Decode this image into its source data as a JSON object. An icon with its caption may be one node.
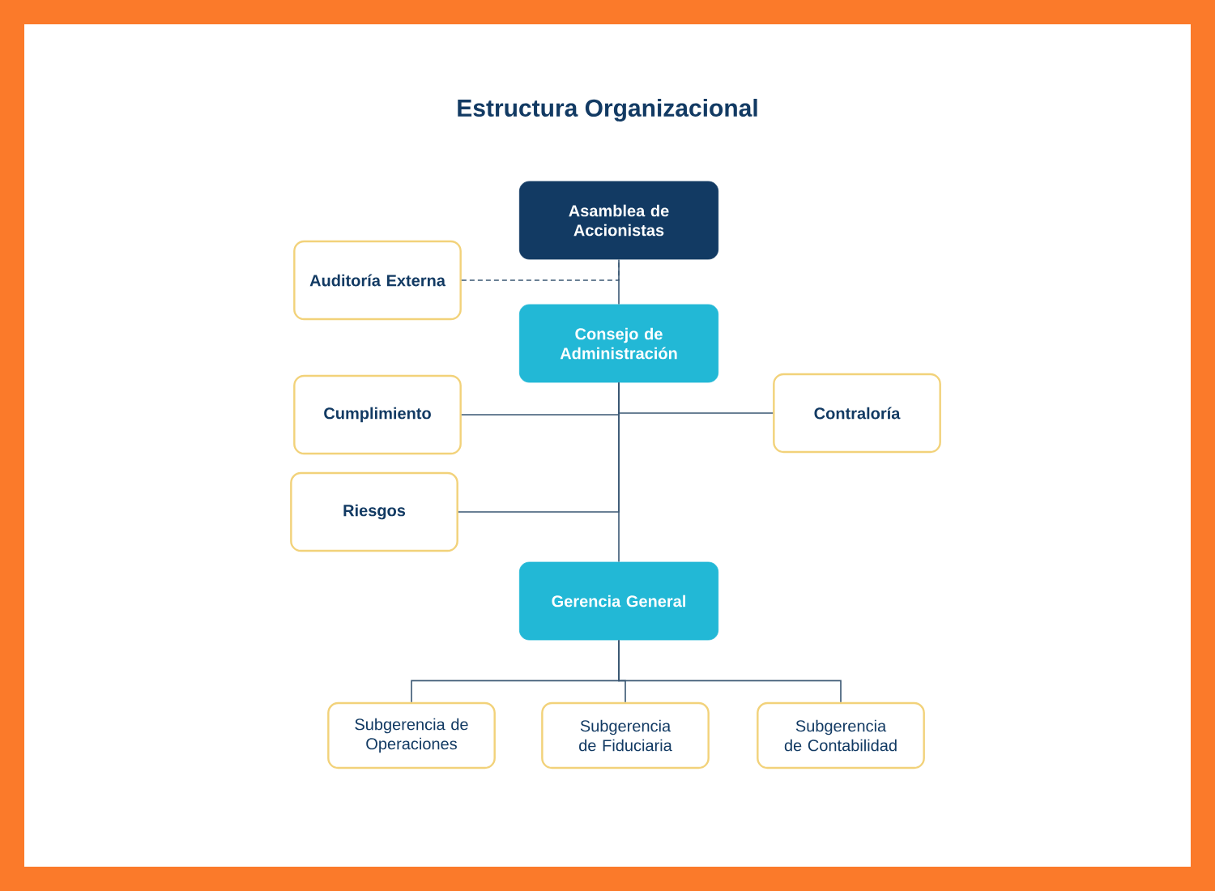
{
  "diagram": {
    "title": "Estructura Organizacional",
    "nodes": [
      {
        "text": [
          "Asamblea de Accionistas"
        ]
      },
      {
        "text": [
          "Auditoría Externa"
        ]
      },
      {
        "text": [
          "Consejo de Administración"
        ]
      },
      {
        "text": [
          "Cumplimiento"
        ]
      },
      {
        "text": [
          "Contraloría"
        ]
      },
      {
        "text": [
          "Riesgos"
        ]
      },
      {
        "text": [
          "Gerencia General"
        ]
      },
      {
        "text": [
          "Subgerencia de Operaciones"
        ]
      },
      {
        "text": [
          "Subgerencia de Fiduciaria"
        ]
      },
      {
        "text": [
          "Subgerencia de Contabilidad"
        ]
      }
    ],
    "edges": [
      {
        "from": 0,
        "to": 2,
        "arrow": "none"
      },
      {
        "from": 1,
        "to": 0,
        "arrow": "none",
        "style": "dashed"
      },
      {
        "from": 2,
        "to": 3,
        "arrow": "none"
      },
      {
        "from": 2,
        "to": 4,
        "arrow": "none"
      },
      {
        "from": 2,
        "to": 5,
        "arrow": "none"
      },
      {
        "from": 2,
        "to": 6,
        "arrow": "none"
      },
      {
        "from": 6,
        "to": 7,
        "arrow": "none"
      },
      {
        "from": 6,
        "to": 8,
        "arrow": "none"
      },
      {
        "from": 6,
        "to": 9,
        "arrow": "none"
      }
    ]
  }
}
